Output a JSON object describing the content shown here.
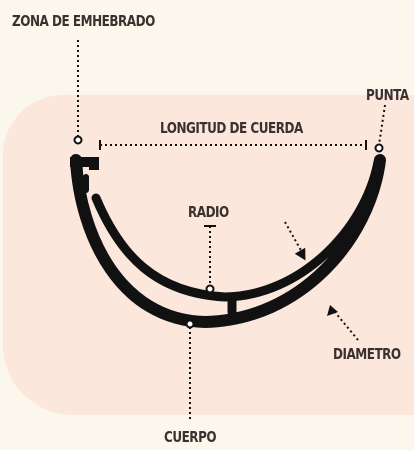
{
  "labels": {
    "zona": "ZONA DE EMHEBRADO",
    "punta": "PUNTA",
    "longitud": "LONGITUD DE CUERDA",
    "radio": "RADIO",
    "diametro": "DIAMETRO",
    "cuerpo": "CUERPO"
  },
  "colors": {
    "background": "#fbf7ec",
    "panel": "#fbe7db",
    "ink": "#111111",
    "text": "#3b2f2f"
  }
}
